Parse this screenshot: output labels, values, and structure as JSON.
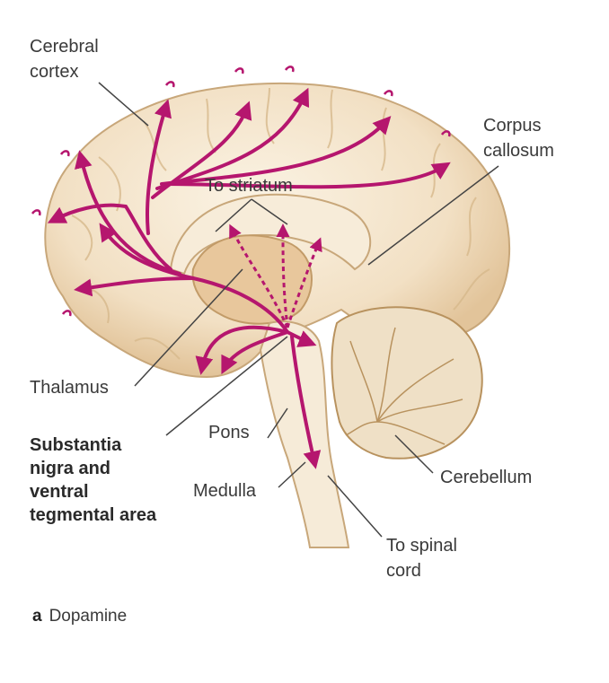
{
  "labels": {
    "cerebral_cortex_1": "Cerebral",
    "cerebral_cortex_2": "cortex",
    "corpus_callosum_1": "Corpus",
    "corpus_callosum_2": "callosum",
    "to_striatum": "To striatum",
    "thalamus": "Thalamus",
    "substantia_1": "Substantia",
    "substantia_2": "nigra and",
    "substantia_3": "ventral",
    "substantia_4": "tegmental area",
    "pons": "Pons",
    "medulla": "Medulla",
    "cerebellum": "Cerebellum",
    "spinal_1": "To spinal",
    "spinal_2": "cord"
  },
  "caption": {
    "letter": "a",
    "text": "Dopamine"
  },
  "colors": {
    "pathway": "#b5166e",
    "brain_fill": "#f4e6cf",
    "brain_shade": "#e3c9a1",
    "leader": "#444444"
  }
}
